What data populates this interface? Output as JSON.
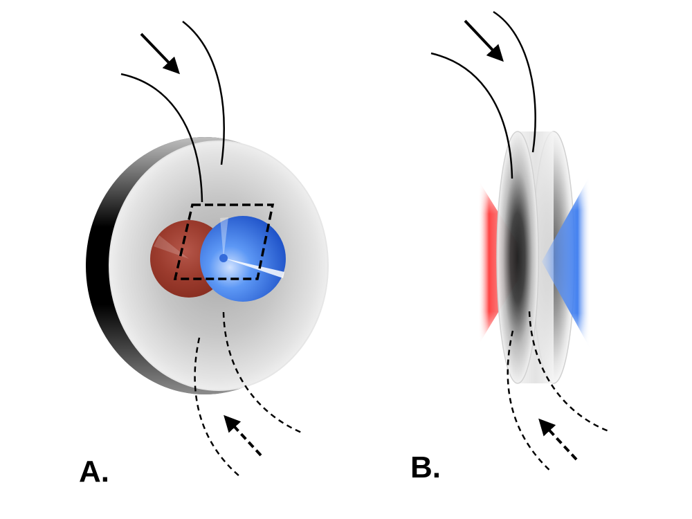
{
  "panels": [
    {
      "id": "A",
      "label": "A."
    },
    {
      "id": "B",
      "label": "B."
    }
  ],
  "colors": {
    "dipole_positive": "#e23b3b",
    "dipole_positive_dark": "#8e2e22",
    "dipole_negative": "#3b7bef",
    "disk_light": "#f2f2f2",
    "disk_dark": "#000000",
    "flow_lines": "#000000"
  },
  "icons": {
    "incoming_flow": "solid-curved-arrows",
    "outgoing_flow": "dashed-curved-arrows",
    "observation_window": "dashed-parallelogram"
  }
}
